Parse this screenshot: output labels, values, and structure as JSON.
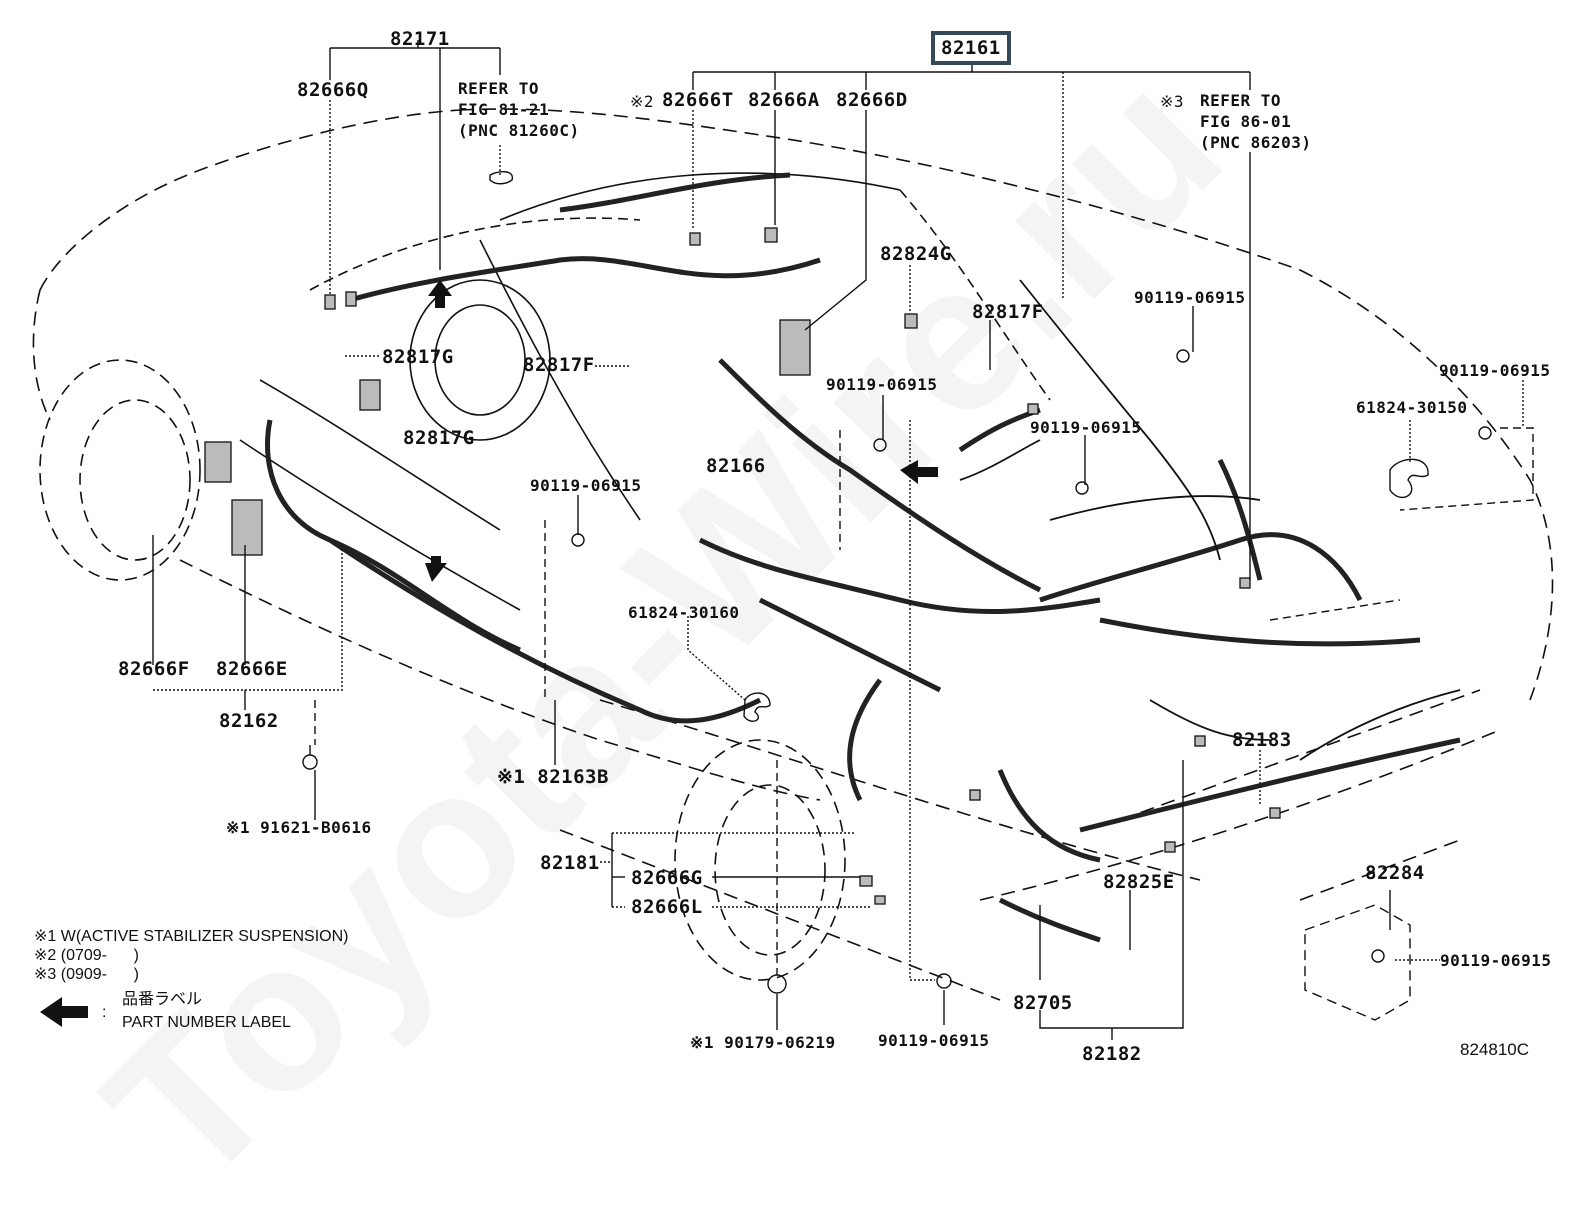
{
  "diagram": {
    "figure_number": "824810C",
    "watermark": "Toyota-Wire.ru",
    "callouts": {
      "c82171": "82171",
      "c82666Q": "82666Q",
      "ref_fig81": "REFER TO\nFIG 81-21\n(PNC 81260C)",
      "c82161": "82161",
      "mark2": "※2",
      "c82666T": "82666T",
      "c82666A": "82666A",
      "c82666D": "82666D",
      "mark3": "※3",
      "ref_fig86": "REFER TO\nFIG 86-01\n(PNC 86203)",
      "c82824G": "82824G",
      "c82817G_a": "82817G",
      "c82817F_a": "82817F",
      "c82817G_b": "82817G",
      "c82817F_b": "82817F",
      "c90119_a": "90119-06915",
      "c90119_b": "90119-06915",
      "c90119_c": "90119-06915",
      "c90119_d": "90119-06915",
      "c90119_e": "90119-06915",
      "c90119_f": "90119-06915",
      "c90119_g": "90119-06915",
      "c61824_30150": "61824-30150",
      "c82166": "82166",
      "c61824_30160": "61824-30160",
      "c82666F": "82666F",
      "c82666E": "82666E",
      "c82162": "82162",
      "c82163B": "※1 82163B",
      "c91621": "※1 91621-B0616",
      "c82181": "82181",
      "c82666G": "82666G",
      "c82666L": "82666L",
      "c90179": "※1 90179-06219",
      "c82183": "82183",
      "c82825E": "82825E",
      "c82705": "82705",
      "c82182": "82182",
      "c82284": "82284"
    },
    "legend": {
      "note1": "※1 W(ACTIVE STABILIZER SUSPENSION)",
      "note2": "※2 (0709-      )",
      "note3": "※3 (0909-      )",
      "arrow_label_jp": "品番ラベル",
      "arrow_label_en": "PART NUMBER LABEL",
      "arrow_colon": ":"
    },
    "colors": {
      "line": "#111111",
      "highlight_box": "#34495a",
      "background": "#ffffff"
    }
  }
}
